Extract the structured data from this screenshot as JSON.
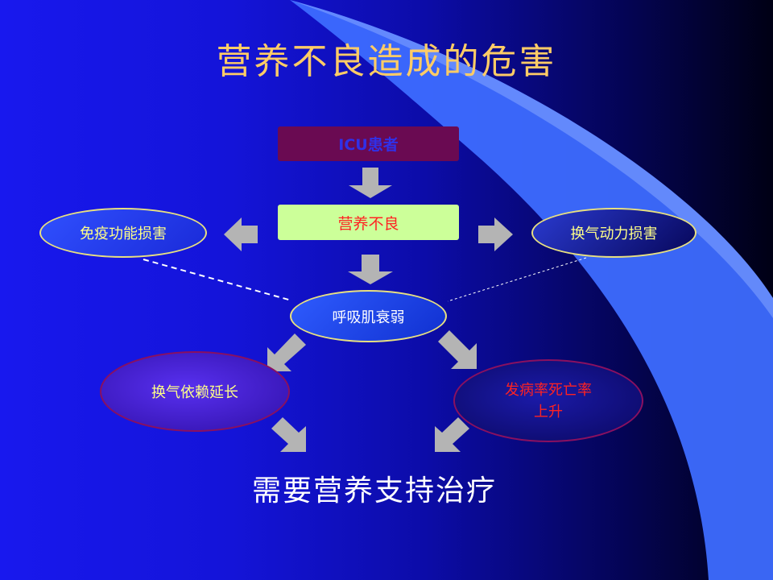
{
  "title": "营养不良造成的危害",
  "nodes": {
    "icu_patient": "ICU患者",
    "malnutrition": "营养不良",
    "immune_damage": "免疫功能损害",
    "ventilation_damage": "换气动力损害",
    "respiratory_weakness": "呼吸肌衰弱",
    "ventilation_dependence": "换气依赖延长",
    "morbidity_mortality_line1": "发病率死亡率",
    "morbidity_mortality_line2": "上升"
  },
  "conclusion": "需要营养支持治疗",
  "colors": {
    "title": "#ffcc66",
    "arrow": "#b4b4b4",
    "accent_red": "#ff2222",
    "accent_yellow": "#ffff88"
  }
}
